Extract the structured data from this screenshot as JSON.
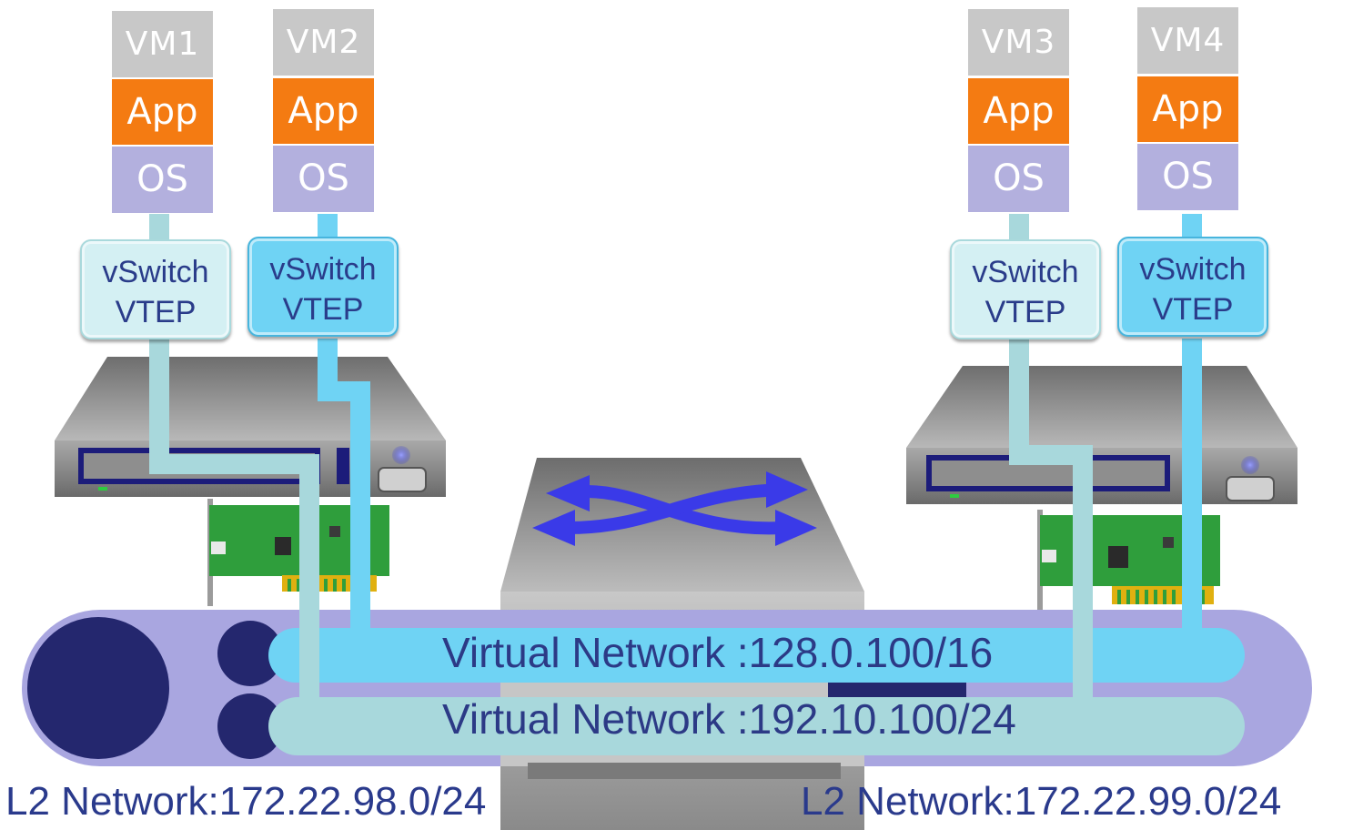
{
  "vms": [
    {
      "name": "VM1",
      "app": "App",
      "os": "OS",
      "vtep": {
        "line1": "vSwitch",
        "line2": "VTEP"
      }
    },
    {
      "name": "VM2",
      "app": "App",
      "os": "OS",
      "vtep": {
        "line1": "vSwitch",
        "line2": "VTEP"
      }
    },
    {
      "name": "VM3",
      "app": "App",
      "os": "OS",
      "vtep": {
        "line1": "vSwitch",
        "line2": "VTEP"
      }
    },
    {
      "name": "VM4",
      "app": "App",
      "os": "OS",
      "vtep": {
        "line1": "vSwitch",
        "line2": "VTEP"
      }
    }
  ],
  "virtual_networks": [
    {
      "label": "Virtual Network :128.0.100/16",
      "color": "#6fd3f4"
    },
    {
      "label": "Virtual Network :192.10.100/24",
      "color": "#a8d8dc"
    }
  ],
  "l2_networks": [
    {
      "label": "L2 Network:172.22.98.0/24"
    },
    {
      "label": "L2 Network:172.22.99.0/24"
    }
  ],
  "colors": {
    "vm_header": "#c8c8c8",
    "app": "#f47b12",
    "os": "#b3b0de",
    "tunnel_outer": "#a9a6e0",
    "tunnel_dark": "#24276e",
    "server": "#9a9a9a",
    "switch_arrows": "#3a3ae8"
  },
  "icons": [
    "server-icon",
    "nic-card-icon",
    "network-switch-icon",
    "arrows-crossing-icon"
  ]
}
